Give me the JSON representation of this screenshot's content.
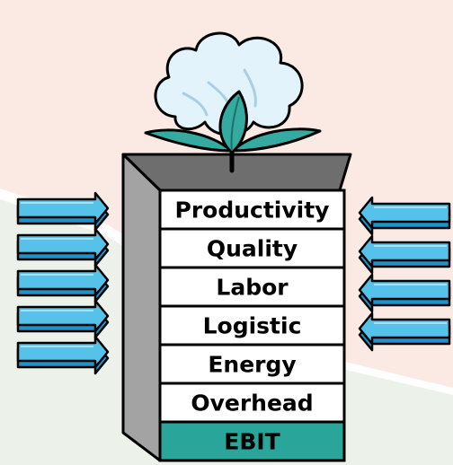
{
  "rows": [
    {
      "label": "Productivity"
    },
    {
      "label": "Quality"
    },
    {
      "label": "Labor"
    },
    {
      "label": "Logistic"
    },
    {
      "label": "Energy"
    },
    {
      "label": "Overhead"
    }
  ],
  "result": {
    "label": "EBIT"
  },
  "colors": {
    "background": "#fbe9e4",
    "background_lower": "#ecf2ea",
    "arrow_fill": "#56c1e9",
    "arrow_top": "#a9dff5",
    "arrow_shadow": "#1f93c9",
    "ebit_fill": "#2aa59a",
    "box_side": "#a0a0a0",
    "box_top": "#6e6e6e",
    "cotton": "#e3f3fb",
    "leaf": "#35aaa0"
  },
  "left_arrows": 5,
  "right_arrows": 4
}
